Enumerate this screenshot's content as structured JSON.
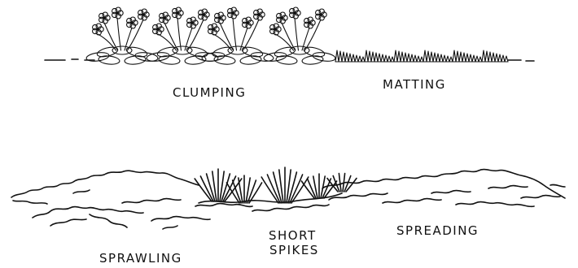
{
  "labels": {
    "clumping": "CLUMPING",
    "matting": "MATTING",
    "sprawling": "SPRAWLING",
    "short_spikes_line1": "SHORT",
    "short_spikes_line2": "SPIKES",
    "spreading": "SPREADING"
  },
  "colors": {
    "ink": "#111111",
    "paper": "#ffffff"
  }
}
